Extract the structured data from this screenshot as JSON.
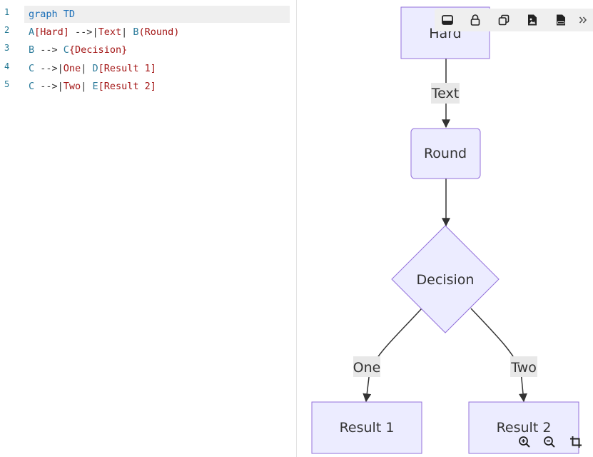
{
  "editor": {
    "lines": [
      {
        "num": "1",
        "tokens": [
          {
            "t": "graph TD",
            "c": "kw"
          }
        ]
      },
      {
        "num": "2",
        "tokens": [
          {
            "t": "A",
            "c": "id"
          },
          {
            "t": "[Hard]",
            "c": "str"
          },
          {
            "t": " -->",
            "c": "op"
          },
          {
            "t": "|",
            "c": "op"
          },
          {
            "t": "Text",
            "c": "str"
          },
          {
            "t": "| ",
            "c": "op"
          },
          {
            "t": "B",
            "c": "id"
          },
          {
            "t": "(Round)",
            "c": "str"
          }
        ]
      },
      {
        "num": "3",
        "tokens": [
          {
            "t": "B",
            "c": "id"
          },
          {
            "t": " --> ",
            "c": "op"
          },
          {
            "t": "C",
            "c": "id"
          },
          {
            "t": "{Decision}",
            "c": "str"
          }
        ]
      },
      {
        "num": "4",
        "tokens": [
          {
            "t": "C",
            "c": "id"
          },
          {
            "t": " -->",
            "c": "op"
          },
          {
            "t": "|",
            "c": "op"
          },
          {
            "t": "One",
            "c": "str"
          },
          {
            "t": "| ",
            "c": "op"
          },
          {
            "t": "D",
            "c": "id"
          },
          {
            "t": "[Result 1]",
            "c": "str"
          }
        ]
      },
      {
        "num": "5",
        "tokens": [
          {
            "t": "C",
            "c": "id"
          },
          {
            "t": " -->",
            "c": "op"
          },
          {
            "t": "|",
            "c": "op"
          },
          {
            "t": "Two",
            "c": "str"
          },
          {
            "t": "| ",
            "c": "op"
          },
          {
            "t": "E",
            "c": "id"
          },
          {
            "t": "[Result 2]",
            "c": "str"
          }
        ]
      }
    ]
  },
  "diagram": {
    "nodes": {
      "hard": "Hard",
      "round": "Round",
      "decision": "Decision",
      "result1": "Result 1",
      "result2": "Result 2"
    },
    "edges": {
      "text": "Text",
      "one": "One",
      "two": "Two"
    }
  },
  "toolbar": {
    "buttons": [
      "panel-icon",
      "lock-icon",
      "copy-icon",
      "image-icon",
      "png-icon",
      "more-icon"
    ]
  },
  "zoom": {
    "buttons": [
      "zoom-in-icon",
      "zoom-out-icon",
      "crop-icon"
    ]
  },
  "colors": {
    "node_fill": "#ececff",
    "node_stroke": "#9370db",
    "edge": "#333333",
    "toolbar_bg": "#efefef"
  }
}
